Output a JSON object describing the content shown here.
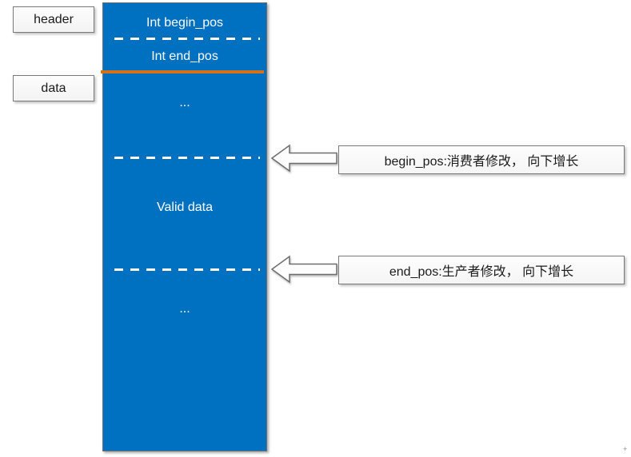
{
  "labels": {
    "header": "header",
    "data": "data"
  },
  "buffer": {
    "fields": {
      "begin_pos": "Int begin_pos",
      "end_pos": "Int end_pos"
    },
    "ellipsis_top": "...",
    "valid_data": "Valid data",
    "ellipsis_bottom": "..."
  },
  "annotations": {
    "begin_pos": "begin_pos:消费者修改， 向下增长",
    "end_pos": "end_pos:生产者修改， 向下增长"
  },
  "artifact": "+",
  "colors": {
    "buffer-fill": "#0070C0",
    "separator-orange": "#D4711B",
    "dash-white": "#FFFFFF",
    "box-border": "#7A7A7A",
    "text-dark": "#1A1A1A"
  }
}
